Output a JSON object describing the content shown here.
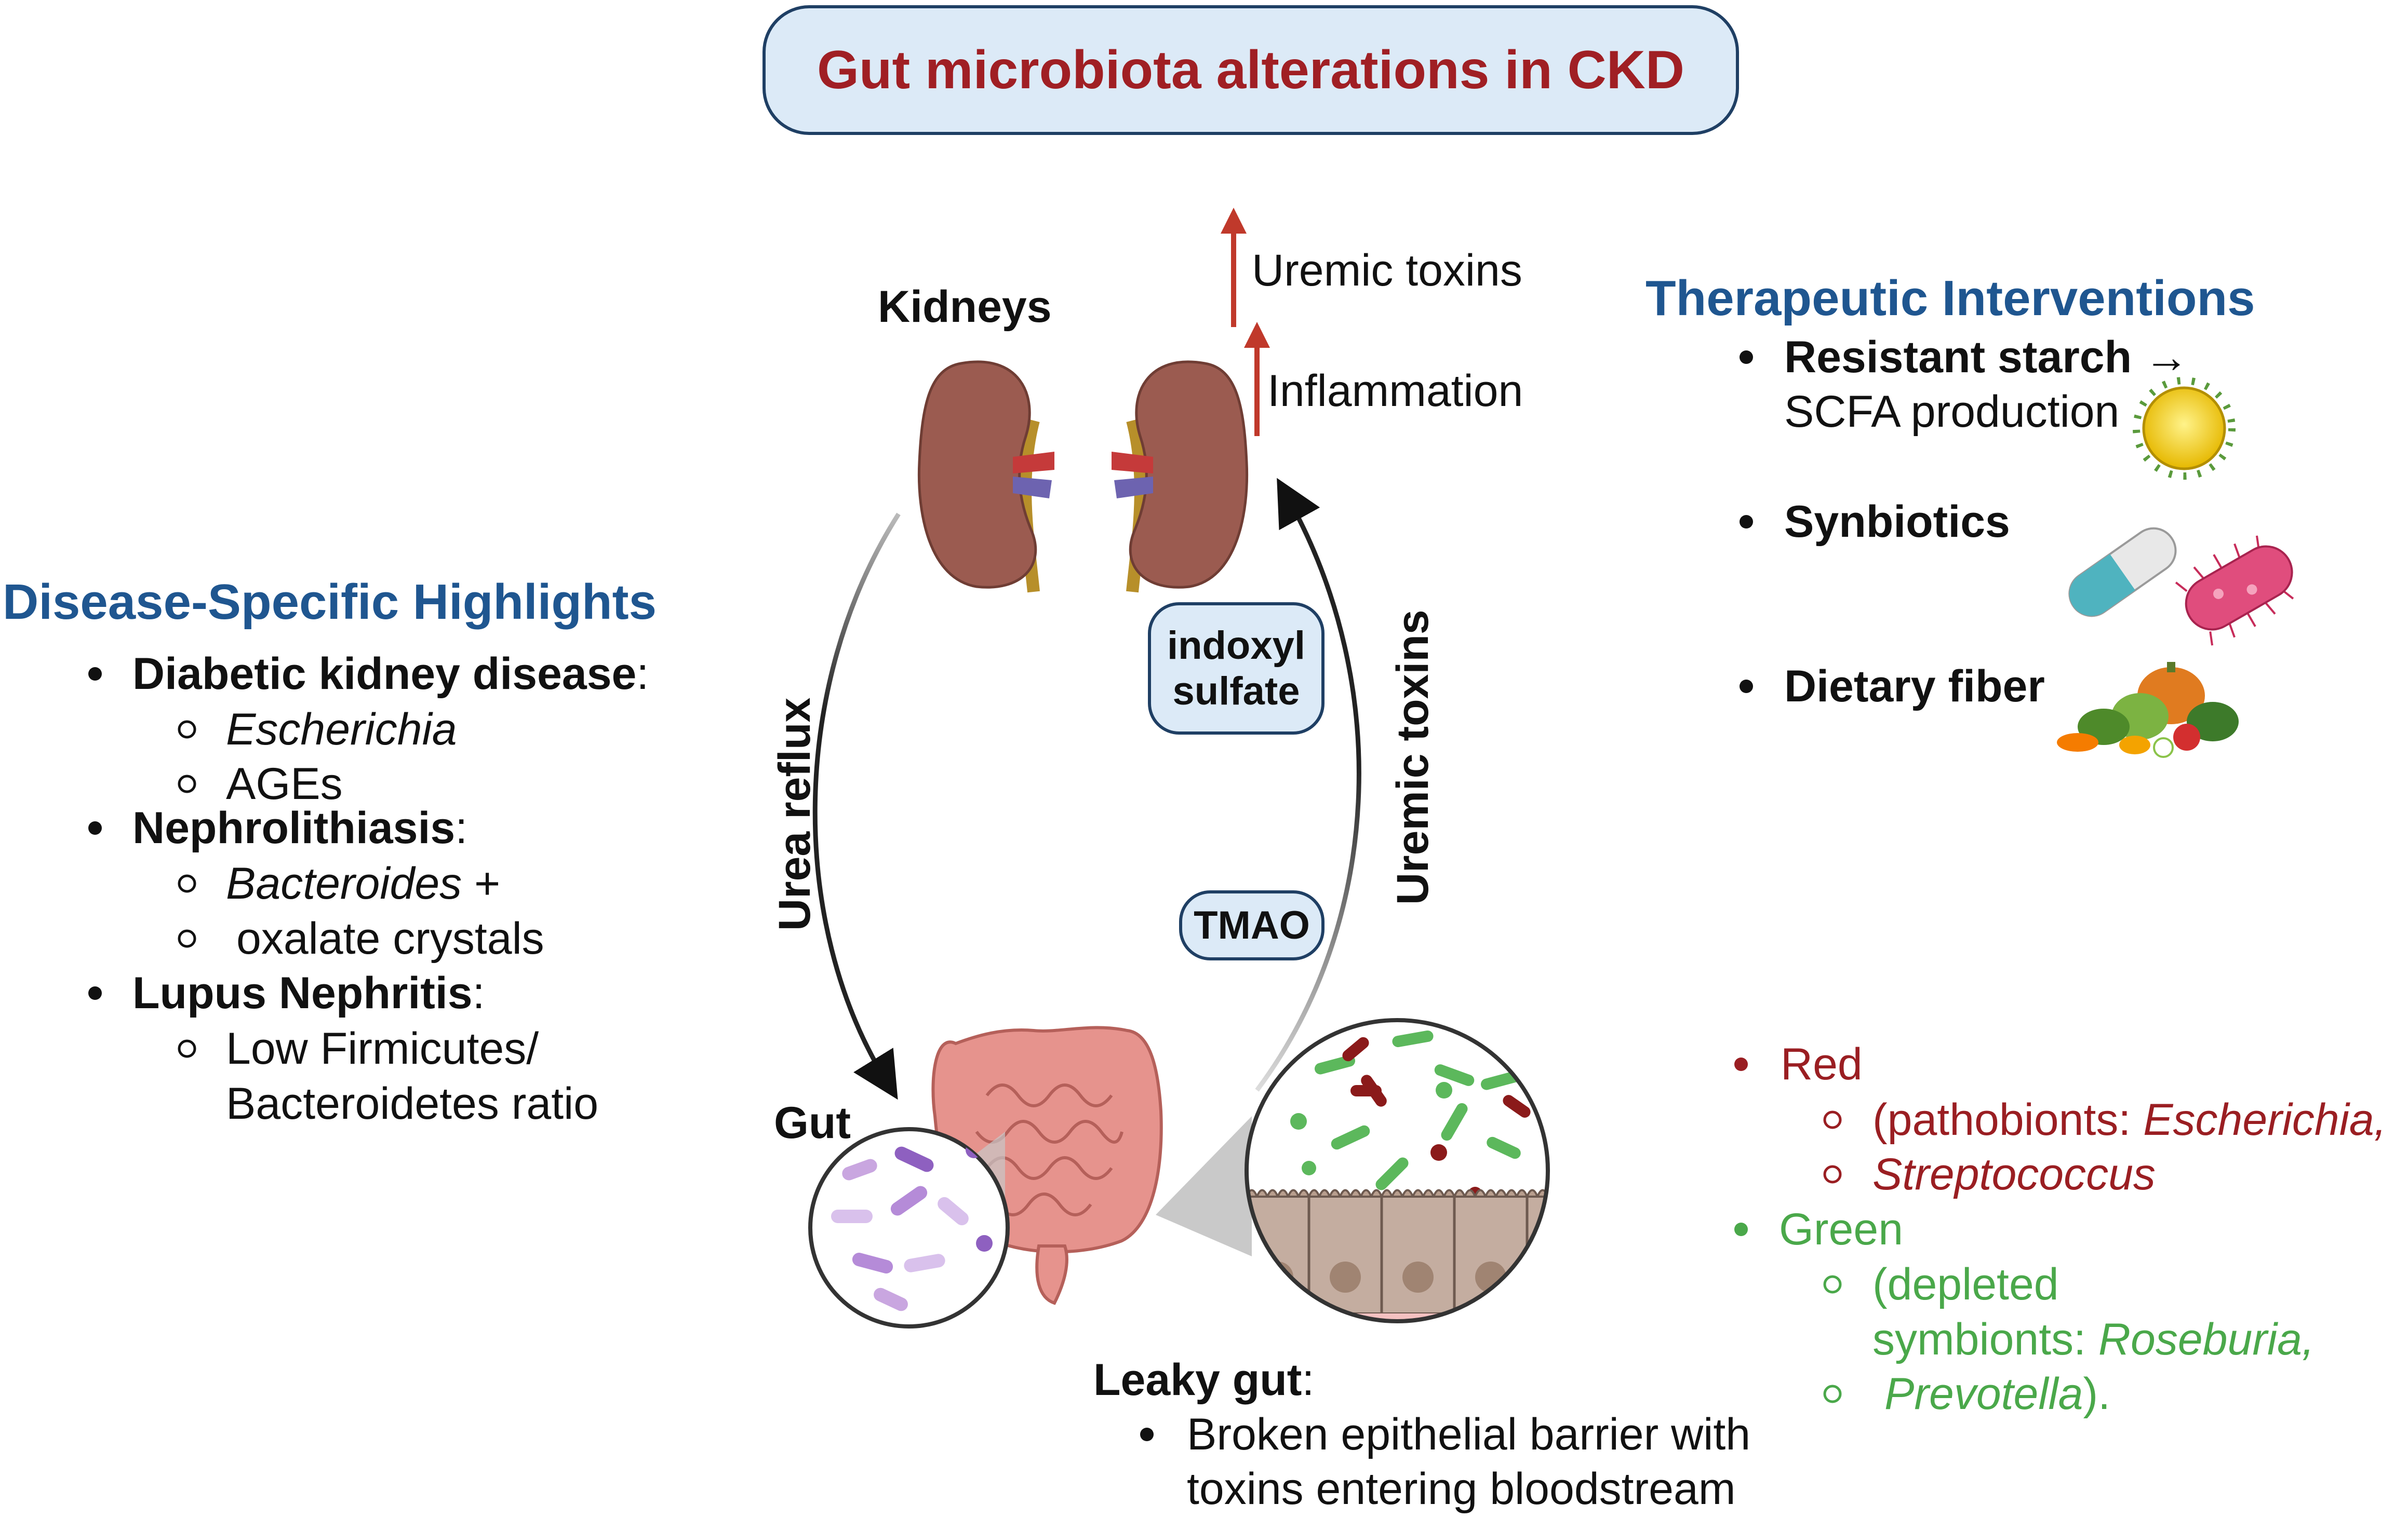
{
  "title": "Gut microbiota alterations in CKD",
  "center": {
    "kidneys_label": "Kidneys",
    "gut_label": "Gut",
    "up_1": "Uremic toxins",
    "up_2": "Inflammation",
    "urea_reflux": "Urea reflux",
    "uremic_toxins": "Uremic toxins",
    "pill_1_line1": "indoxyl",
    "pill_1_line2": "sulfate",
    "pill_2": "TMAO",
    "leaky_title": "Leaky gut",
    "leaky_colon": ":",
    "leaky_line1": "Broken epithelial barrier with",
    "leaky_line2": "toxins entering bloodstream"
  },
  "left": {
    "heading": "Disease-Specific Highlights",
    "dkd": "Diabetic kidney disease",
    "dkd_sub1": "Escherichia",
    "dkd_sub2": "AGEs",
    "neph": "Nephrolithiasis",
    "neph_sub1": "Bacteroides",
    "neph_sub1_tail": " +",
    "neph_sub2": "oxalate crystals",
    "lupus": "Lupus Nephritis",
    "lupus_sub1": "Low Firmicutes/",
    "lupus_sub2": "Bacteroidetes ratio",
    "colon": ":"
  },
  "right": {
    "heading": "Therapeutic Interventions",
    "item1_a": "Resistant starch →",
    "item1_b": "SCFA production",
    "item2": "Synbiotics",
    "item3": "Dietary fiber"
  },
  "legend": {
    "red": "Red",
    "red_sub1_a": "(pathobionts: ",
    "red_sub1_b": "Escherichia,",
    "red_sub2": "Streptococcus",
    "green": "Green",
    "green_sub1": "(depleted",
    "green_sub2_a": "symbionts: ",
    "green_sub2_b": "Roseburia,",
    "green_sub3_a": "Prevotella",
    "green_sub3_b": ")."
  },
  "colors": {
    "title_red": "#a01f24",
    "heading_blue": "#1f5690",
    "pathobiont_red": "#9a1e22",
    "symbiont_green": "#4aa84a",
    "box_fill": "#dceaf7",
    "kidney": "#9b5b50",
    "gut": "#e6938d"
  },
  "icons": [
    "kidneys-icon",
    "gut-icon",
    "bacteria-magnifier-icon",
    "epithelium-magnifier-icon",
    "starch-granule-icon",
    "capsule-icon",
    "probiotic-bacterium-icon",
    "vegetables-icon"
  ]
}
